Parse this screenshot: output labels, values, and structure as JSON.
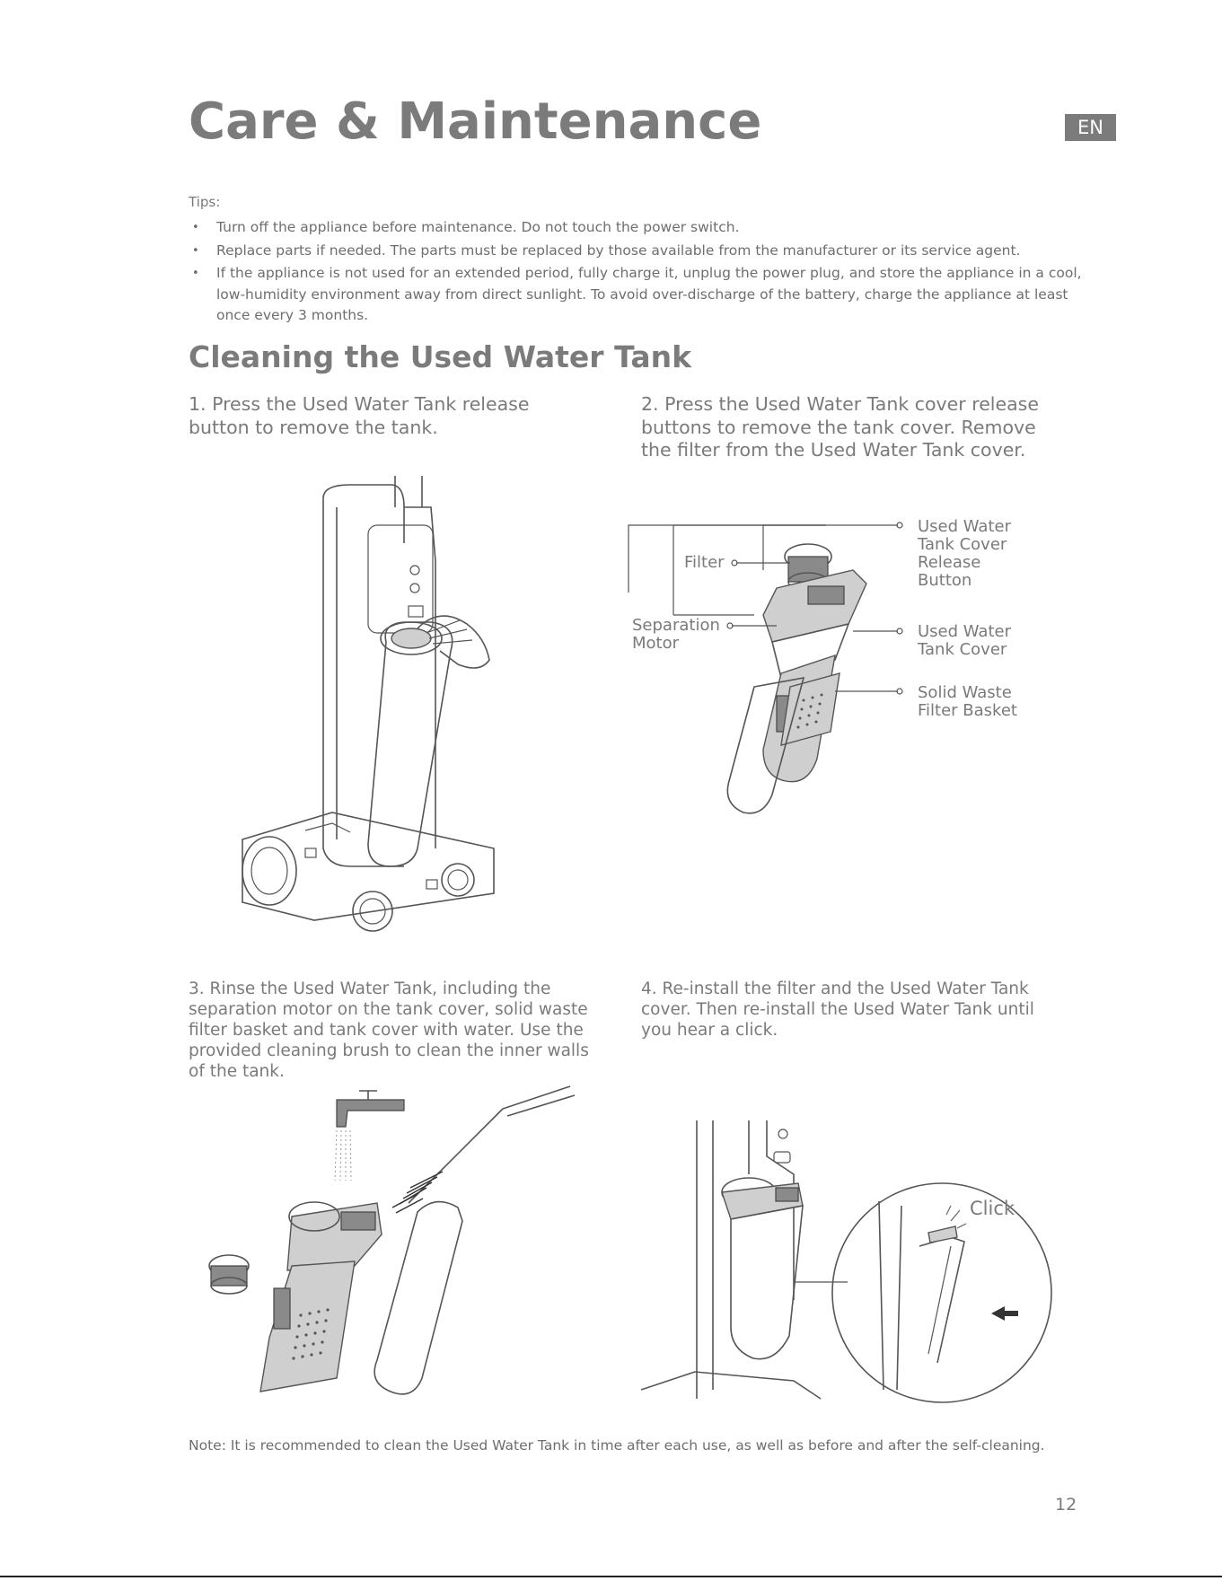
{
  "header": {
    "title": "Care & Maintenance",
    "lang_badge": "EN"
  },
  "tips": {
    "label": "Tips:",
    "items": [
      "Turn off the appliance before maintenance. Do not touch the power switch.",
      "Replace parts if needed. The parts must be replaced by those available from the manufacturer or its service agent.",
      "If the appliance is not used for an extended period, fully charge it, unplug the power plug, and store the appliance in a cool, low-humidity environment away from direct sunlight. To avoid over-discharge of the battery, charge the appliance at least once every 3 months."
    ]
  },
  "section_title": "Cleaning the Used Water Tank",
  "steps": [
    {
      "text": "1. Press the Used Water Tank release button to remove the tank."
    },
    {
      "text": "2. Press the Used Water Tank cover release buttons to remove the tank cover. Remove the filter from the Used Water Tank cover."
    },
    {
      "text": "3. Rinse the Used Water Tank, including the separation motor on the tank cover, solid waste filter basket and tank cover with water. Use the provided cleaning brush to clean the inner walls of the tank."
    },
    {
      "text": "4. Re-install the filter and the Used Water Tank cover. Then re-install the Used Water Tank until you hear a click."
    }
  ],
  "callouts": {
    "filter": "Filter",
    "separation_motor": "Separation\nMotor",
    "cover_release_button": "Used Water\nTank Cover\nRelease\nButton",
    "tank_cover": "Used Water\nTank Cover",
    "filter_basket": "Solid Waste\nFilter Basket",
    "click": "Click"
  },
  "note": "Note: It is recommended to clean the Used Water Tank in time after each use, as well as before and after the self-cleaning.",
  "page_number": "12"
}
